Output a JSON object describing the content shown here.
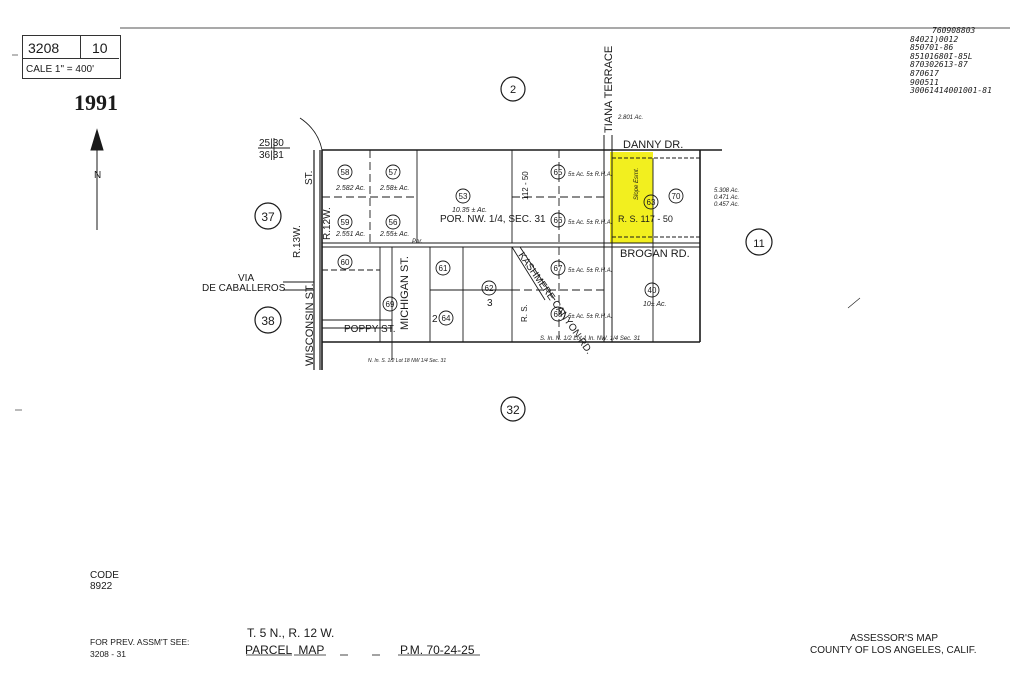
{
  "header": {
    "map_book": "3208",
    "map_page": "10",
    "scale_label": "CALE 1\" = 400'",
    "year": "1991",
    "north_label": "N",
    "revision_log": [
      "760908803",
      "84021)0012",
      "850701-86",
      "85101680I-85L",
      "870302613-87",
      "870617",
      "900511",
      "30061414001001-81"
    ]
  },
  "sections": {
    "top_center": "2",
    "left_top": "37",
    "left_bottom": "38",
    "right": "11",
    "bottom_center": "32"
  },
  "section_corner": {
    "top": "25|30",
    "bottom": "36|31"
  },
  "range_labels": {
    "west": "R.13W.",
    "east": "R.12W."
  },
  "streets": {
    "tiana_terrace": "TIANA TERRACE",
    "danny_dr": "DANNY DR.",
    "brogan_rd": "BROGAN RD.",
    "wisconsin_st": "WISCONSIN ST.",
    "michigan_st": "MICHIGAN ST.",
    "poppy_st": "POPPY ST.",
    "kashmere_canyon_rd": "KASHMERE CANYON RD.",
    "via_de_caballeros_line1": "VIA",
    "via_de_caballeros_line2": "DE CABALLEROS",
    "st_short": "ST."
  },
  "parcels": [
    {
      "id": "58",
      "acreage": "2.582 Ac."
    },
    {
      "id": "57",
      "acreage": "2.58± Ac."
    },
    {
      "id": "59",
      "acreage": "2.551 Ac."
    },
    {
      "id": "56",
      "acreage": "2.55± Ac."
    },
    {
      "id": "53",
      "acreage": "10.35 ± Ac."
    },
    {
      "id": "65",
      "acreage": "5± Ac. 5± R.H.A."
    },
    {
      "id": "66",
      "acreage": "5± Ac. 5± R.H.A."
    },
    {
      "id": "63",
      "acreage": ""
    },
    {
      "id": "70",
      "acreage": ""
    },
    {
      "id": "61",
      "acreage": ""
    },
    {
      "id": "67",
      "acreage": "5± Ac. 5± R.H.A."
    },
    {
      "id": "62",
      "acreage": ""
    },
    {
      "id": "68",
      "acreage": "5± Ac. 5± R.H.A."
    },
    {
      "id": "40",
      "acreage": "10± Ac."
    },
    {
      "id": "69",
      "acreage": ""
    },
    {
      "id": "60",
      "acreage": ""
    },
    {
      "id": "64",
      "acreage": ""
    }
  ],
  "labels": {
    "por_nw": "POR. NW. 1/4, SEC. 31",
    "rs_117_50": "R. S. 117 - 50",
    "rs_112_50": "112 - 50",
    "rs_short": "R. S.",
    "lot_3": "3",
    "lot_2": "2",
    "south_line": "S. In. N. 1/2 Lot 1 In. NW. 1/4 Sec. 31",
    "north_line_note": "N. In. S. 1/2 Lot 18 NW 1/4 Sec. 31",
    "por": "Por.",
    "slope_esmt": "Slope Esmt.",
    "highlight_acreage": "2.801 Ac.",
    "right_acreage_1": "5.308 Ac.",
    "right_acreage_2": "0.471 Ac.",
    "right_acreage_3": "0.457 Ac."
  },
  "footer": {
    "code_label": "CODE",
    "code_value": "8922",
    "prev_assmt_label": "FOR PREV. ASSM'T SEE:",
    "prev_assmt_value": "3208 - 31",
    "township": "T. 5 N., R. 12 W.",
    "parcel_map": "PARCEL  MAP",
    "pm_ref": "P.M. 70-24-25",
    "assessor_label": "ASSESSOR'S MAP",
    "county_label": "COUNTY OF LOS ANGELES, CALIF."
  },
  "colors": {
    "ink": "#1a1a1a",
    "highlight": "#f2ef1f"
  }
}
